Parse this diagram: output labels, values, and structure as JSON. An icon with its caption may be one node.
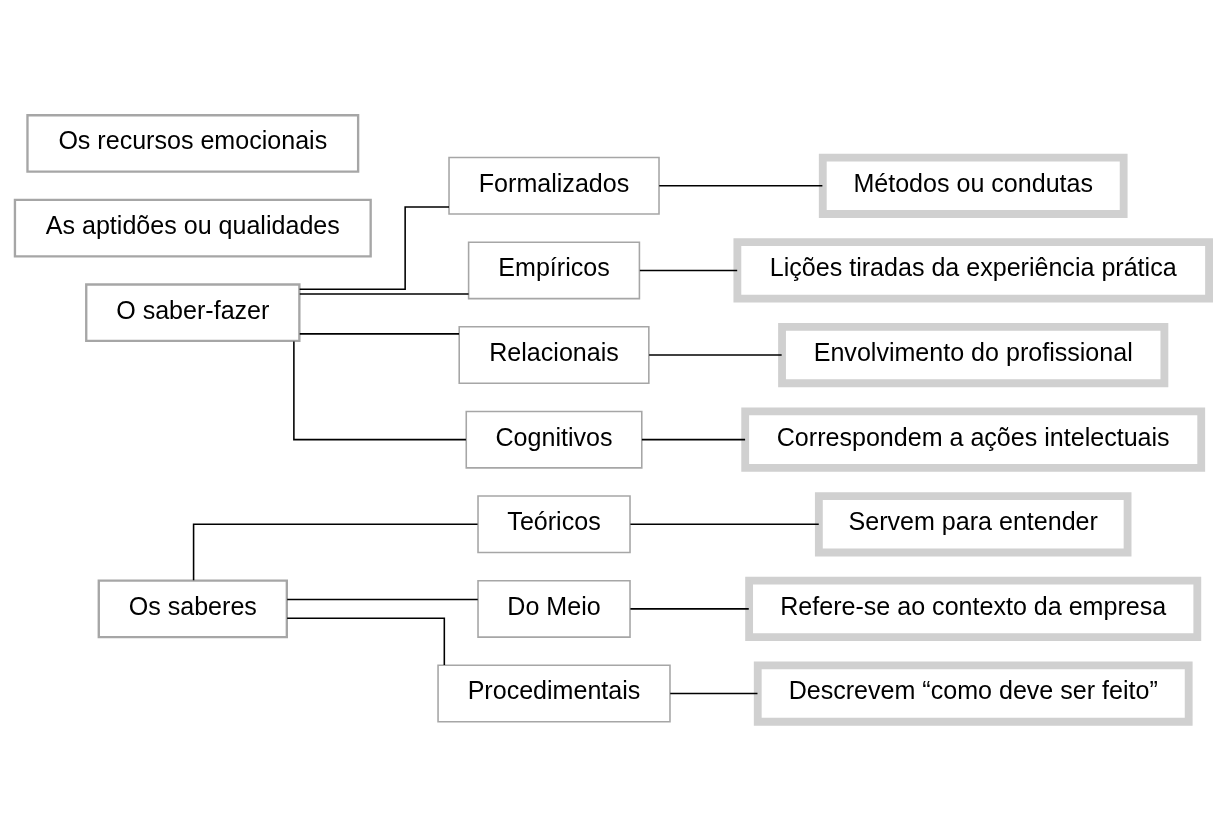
{
  "diagram": {
    "nodes": [
      {
        "text": [
          "Os saberes"
        ]
      },
      {
        "text": [
          "Teóricos"
        ]
      },
      {
        "text": [
          "Do Meio"
        ]
      },
      {
        "text": [
          "Procedimentais"
        ]
      },
      {
        "text": [
          "Servem para entender"
        ]
      },
      {
        "text": [
          "Refere-se ao contexto da empresa"
        ]
      },
      {
        "text": [
          "Descrevem “como deve ser feito”"
        ]
      },
      {
        "text": [
          "O saber-fazer"
        ]
      },
      {
        "text": [
          "Formalizados"
        ]
      },
      {
        "text": [
          "Empíricos"
        ]
      },
      {
        "text": [
          "Relacionais"
        ]
      },
      {
        "text": [
          "Cognitivos"
        ]
      },
      {
        "text": [
          "Métodos ou condutas"
        ]
      },
      {
        "text": [
          "Lições tiradas da experiência prática"
        ]
      },
      {
        "text": [
          "Envolvimento do profissional"
        ]
      },
      {
        "text": [
          "Correspondem a ações intelectuais"
        ]
      },
      {
        "text": [
          "As aptidões ou qualidades"
        ]
      },
      {
        "text": [
          "Os recursos emocionais"
        ]
      }
    ],
    "edges": [
      {
        "from": 0,
        "to": 1,
        "arrow": "none"
      },
      {
        "from": 0,
        "to": 2,
        "arrow": "none"
      },
      {
        "from": 0,
        "to": 3,
        "arrow": "none"
      },
      {
        "from": 1,
        "to": 4,
        "arrow": "none"
      },
      {
        "from": 2,
        "to": 5,
        "arrow": "none"
      },
      {
        "from": 3,
        "to": 6,
        "arrow": "none"
      },
      {
        "from": 7,
        "to": 8,
        "arrow": "none"
      },
      {
        "from": 7,
        "to": 9,
        "arrow": "none"
      },
      {
        "from": 7,
        "to": 10,
        "arrow": "none"
      },
      {
        "from": 7,
        "to": 11,
        "arrow": "none"
      },
      {
        "from": 8,
        "to": 12,
        "arrow": "none"
      },
      {
        "from": 9,
        "to": 13,
        "arrow": "none"
      },
      {
        "from": 10,
        "to": 14,
        "arrow": "none"
      },
      {
        "from": 11,
        "to": 15,
        "arrow": "none"
      }
    ]
  }
}
